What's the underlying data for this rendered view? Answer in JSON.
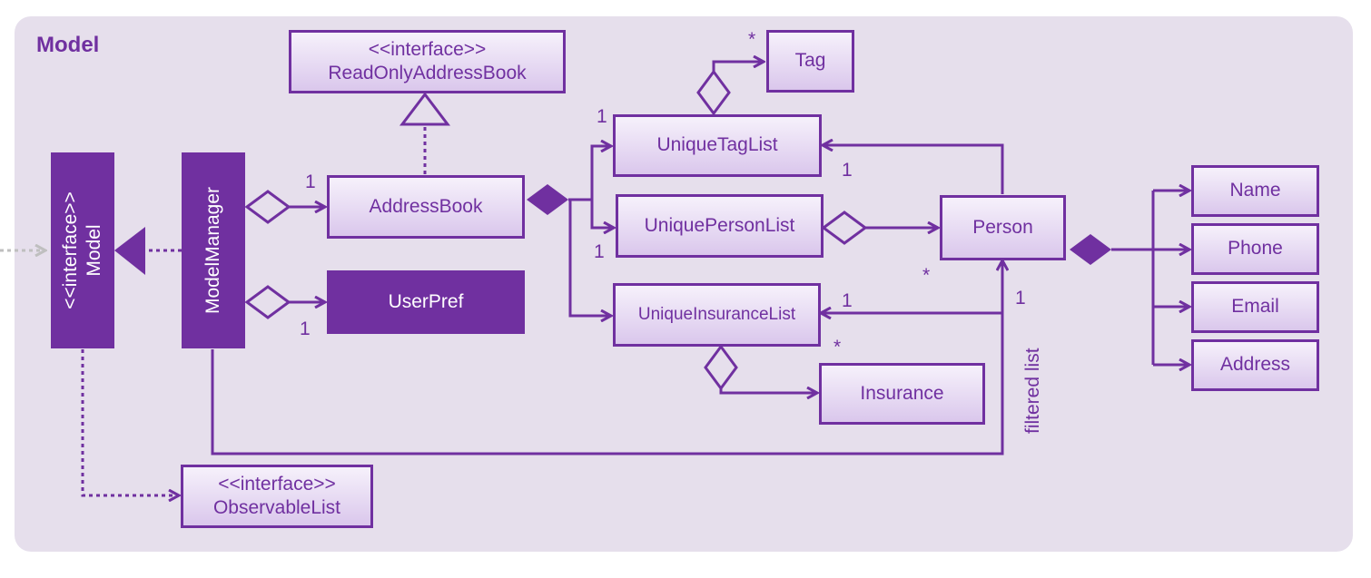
{
  "frame": {
    "title": "Model"
  },
  "classes": {
    "model_interface": {
      "stereotype": "<<interface>>",
      "name": "Model"
    },
    "model_manager": {
      "name": "ModelManager"
    },
    "read_only_address_book": {
      "stereotype": "<<interface>>",
      "name": "ReadOnlyAddressBook"
    },
    "address_book": {
      "name": "AddressBook"
    },
    "user_pref": {
      "name": "UserPref"
    },
    "observable_list": {
      "stereotype": "<<interface>>",
      "name": "ObservableList"
    },
    "tag": {
      "name": "Tag"
    },
    "unique_tag_list": {
      "name": "UniqueTagList"
    },
    "unique_person_list": {
      "name": "UniquePersonList"
    },
    "unique_insurance_list": {
      "name": "UniqueInsuranceList"
    },
    "insurance": {
      "name": "Insurance"
    },
    "person": {
      "name": "Person"
    },
    "name": {
      "name": "Name"
    },
    "phone": {
      "name": "Phone"
    },
    "email": {
      "name": "Email"
    },
    "address": {
      "name": "Address"
    }
  },
  "multiplicities": {
    "addressbook_one": "1",
    "userpref_one": "1",
    "tag_many": "*",
    "taglist_one_left": "1",
    "taglist_one_right": "1",
    "personlist_one": "1",
    "person_many": "*",
    "insurancelist_one_left": "1",
    "insurancelist_one_right": "1",
    "insurance_many": "*"
  },
  "labels": {
    "filtered_list": "filtered list"
  },
  "colors": {
    "accent": "#7030a0",
    "frame": "#e6dfec",
    "external": "#bfbfbf"
  }
}
